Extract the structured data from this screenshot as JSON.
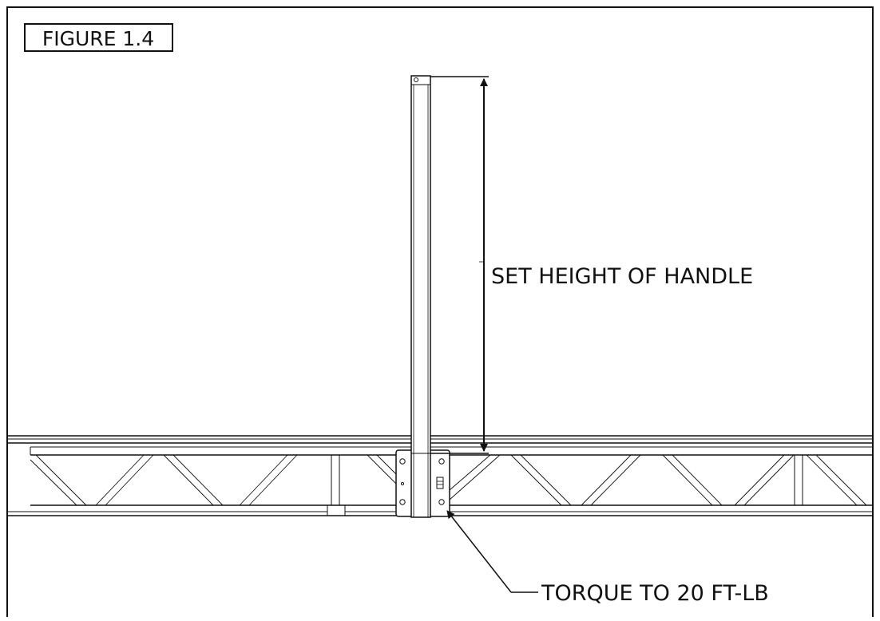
{
  "figure": {
    "label": "FIGURE 1.4"
  },
  "callouts": {
    "height": "SET HEIGHT OF HANDLE",
    "torque": "TORQUE TO 20 FT-LB"
  },
  "colors": {
    "line": "#111111",
    "paper": "#ffffff"
  }
}
